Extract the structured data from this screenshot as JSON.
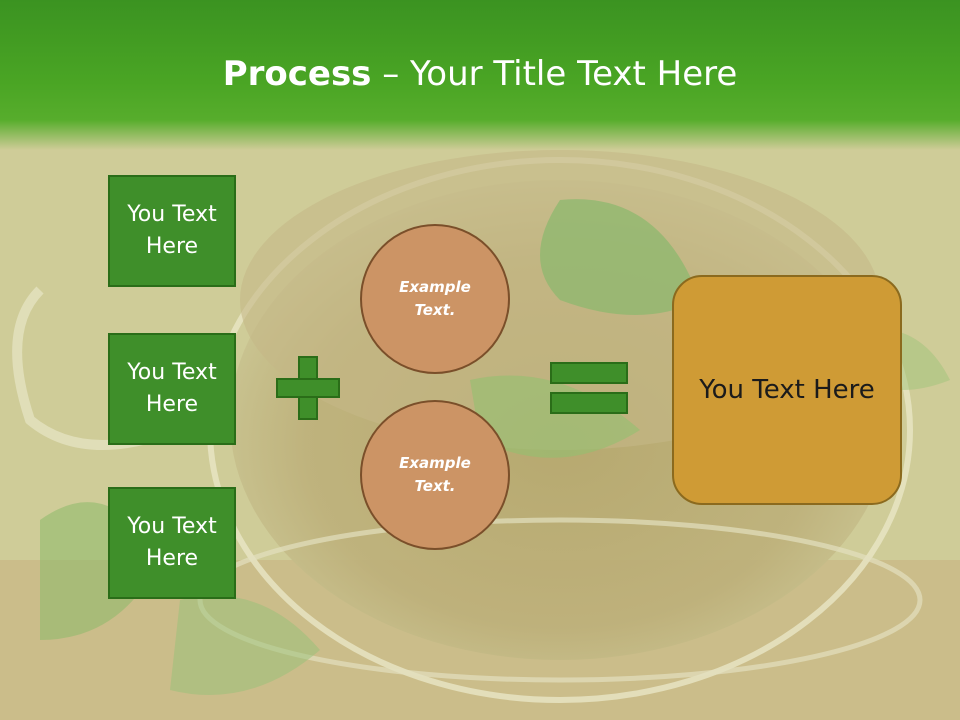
{
  "title": {
    "strong": "Process",
    "rest": " – Your Title Text Here"
  },
  "left_boxes": [
    {
      "line1": "You Text",
      "line2": "Here"
    },
    {
      "line1": "You Text",
      "line2": "Here"
    },
    {
      "line1": "You Text",
      "line2": "Here"
    }
  ],
  "circles": [
    {
      "line1": "Example",
      "line2": "Text."
    },
    {
      "line1": "Example",
      "line2": "Text."
    }
  ],
  "result": {
    "label": "You Text Here"
  },
  "icons": {
    "plus": "plus-icon",
    "equals": "equals-icon",
    "background": "herbal-tea-cup-photo"
  },
  "colors": {
    "header_green": "#4aa524",
    "box_green": "#3f8f2a",
    "circle_brown": "#cc9465",
    "result_gold": "#cf9b35"
  }
}
